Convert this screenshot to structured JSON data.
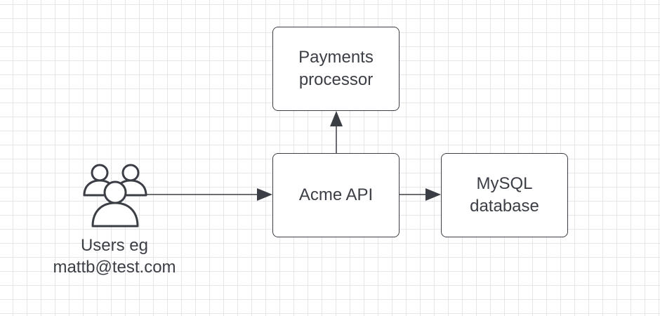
{
  "diagram": {
    "nodes": {
      "payments": {
        "line1": "Payments",
        "line2": "processor"
      },
      "acme": {
        "label": "Acme API"
      },
      "mysql": {
        "line1": "MySQL",
        "line2": "database"
      },
      "users": {
        "line1": "Users eg",
        "line2": "mattb@test.com",
        "icon": "users-group-icon"
      }
    },
    "edges": [
      {
        "from": "users",
        "to": "acme"
      },
      {
        "from": "acme",
        "to": "payments"
      },
      {
        "from": "acme",
        "to": "mysql"
      }
    ],
    "colors": {
      "stroke": "#3b3f45",
      "grid": "#e6e6e6",
      "background": "#ffffff"
    }
  }
}
